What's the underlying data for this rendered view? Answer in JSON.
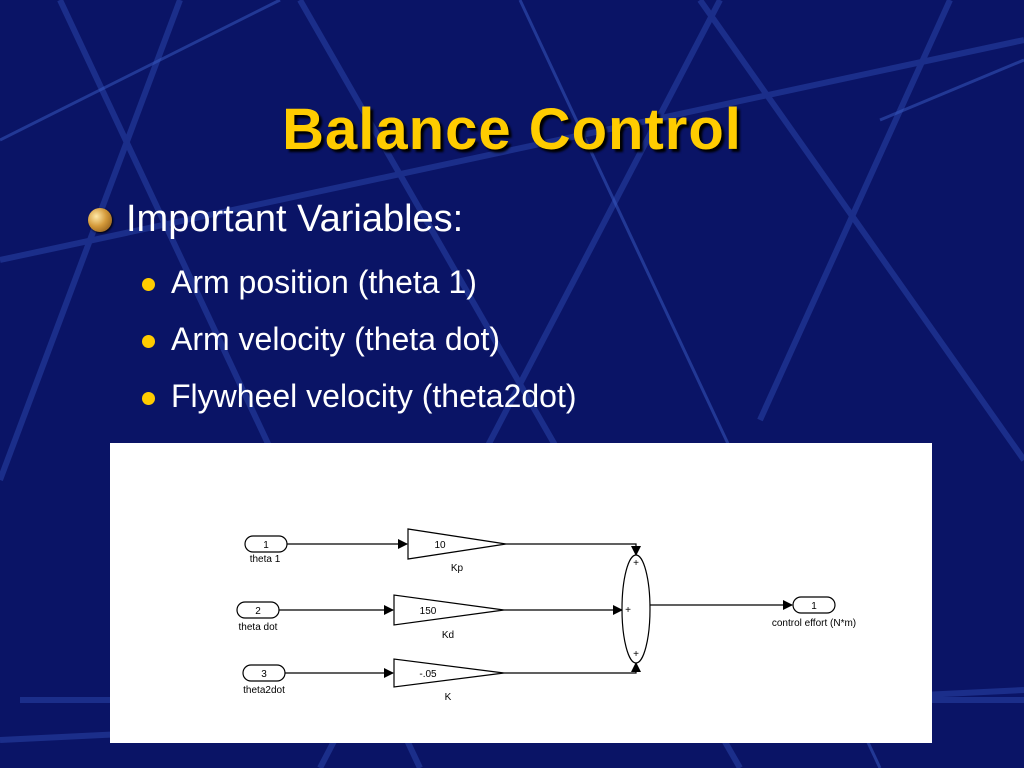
{
  "slide": {
    "title": "Balance Control",
    "bullet": "Important Variables:",
    "sub_bullets": [
      "Arm position (theta 1)",
      "Arm velocity (theta dot)",
      "Flywheel velocity (theta2dot)"
    ]
  },
  "diagram": {
    "inputs": [
      {
        "port": "1",
        "label": "theta 1"
      },
      {
        "port": "2",
        "label": "theta dot"
      },
      {
        "port": "3",
        "label": "theta2dot"
      }
    ],
    "gains": [
      {
        "value": "10",
        "label": "Kp"
      },
      {
        "value": "150",
        "label": "Kd"
      },
      {
        "value": "-.05",
        "label": "K"
      }
    ],
    "sum_signs": [
      "+",
      "+",
      "+"
    ],
    "output": {
      "port": "1",
      "label": "control effort (N*m)"
    }
  },
  "colors": {
    "background": "#0a1466",
    "title": "#ffcc00",
    "text": "#ffffff",
    "sub_bullet_dot": "#ffcc00"
  }
}
